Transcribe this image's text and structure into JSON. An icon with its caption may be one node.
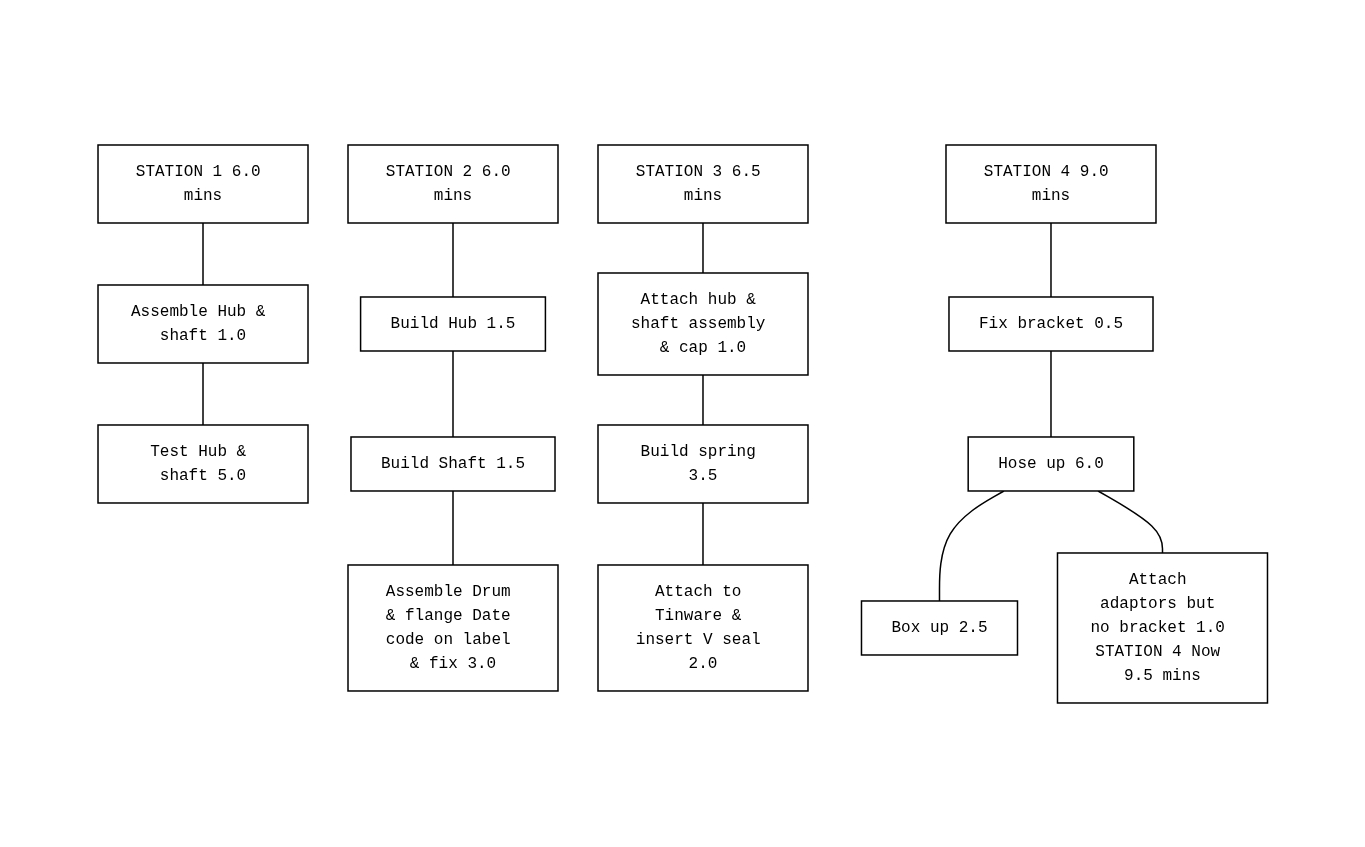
{
  "diagram": {
    "nodes": [
      {
        "text": [
          "STATION 1 6.0 mins"
        ]
      },
      {
        "text": [
          "Assemble Hub & shaft 1.0"
        ]
      },
      {
        "text": [
          "Test Hub & shaft 5.0"
        ]
      },
      {
        "text": [
          "STATION 2 6.0 mins"
        ]
      },
      {
        "text": [
          "Build Hub 1.5"
        ]
      },
      {
        "text": [
          "Build Shaft 1.5"
        ]
      },
      {
        "text": [
          "Assemble Drum & flange Date code on label & fix 3.0"
        ]
      },
      {
        "text": [
          "STATION 3 6.5 mins"
        ]
      },
      {
        "text": [
          "Attach hub & shaft assembly & cap 1.0"
        ]
      },
      {
        "text": [
          "Build spring 3.5"
        ]
      },
      {
        "text": [
          "Attach to Tinware & insert V seal 2.0"
        ]
      },
      {
        "text": [
          "STATION 4 9.0 mins"
        ]
      },
      {
        "text": [
          "Fix bracket 0.5"
        ]
      },
      {
        "text": [
          "Hose up 6.0"
        ]
      },
      {
        "text": [
          "Box up 2.5"
        ]
      },
      {
        "text": [
          "Attach adaptors but no bracket 1.0 STATION 4 Now 9.5 mins"
        ]
      }
    ],
    "edges": [
      {
        "from": 0,
        "to": 1,
        "arrow": "none"
      },
      {
        "from": 1,
        "to": 2,
        "arrow": "none"
      },
      {
        "from": 3,
        "to": 4,
        "arrow": "none"
      },
      {
        "from": 4,
        "to": 5,
        "arrow": "none"
      },
      {
        "from": 5,
        "to": 6,
        "arrow": "none"
      },
      {
        "from": 7,
        "to": 8,
        "arrow": "none"
      },
      {
        "from": 8,
        "to": 9,
        "arrow": "none"
      },
      {
        "from": 9,
        "to": 10,
        "arrow": "none"
      },
      {
        "from": 11,
        "to": 12,
        "arrow": "none"
      },
      {
        "from": 12,
        "to": 13,
        "arrow": "none"
      },
      {
        "from": 13,
        "to": 14,
        "arrow": "none"
      },
      {
        "from": 13,
        "to": 15,
        "arrow": "none"
      }
    ]
  }
}
